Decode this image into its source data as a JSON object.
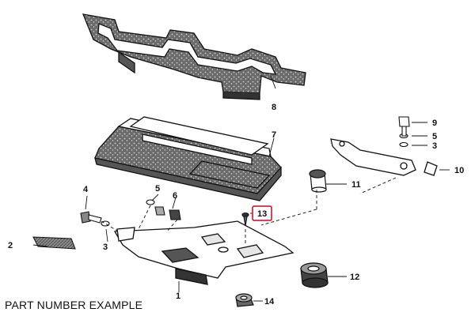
{
  "diagram": {
    "callouts": [
      {
        "id": "c1",
        "text": "1"
      },
      {
        "id": "c2",
        "text": "2"
      },
      {
        "id": "c3a",
        "text": "3"
      },
      {
        "id": "c3b",
        "text": "3"
      },
      {
        "id": "c4",
        "text": "4"
      },
      {
        "id": "c5a",
        "text": "5"
      },
      {
        "id": "c5b",
        "text": "5"
      },
      {
        "id": "c6",
        "text": "6"
      },
      {
        "id": "c7",
        "text": "7"
      },
      {
        "id": "c8",
        "text": "8"
      },
      {
        "id": "c9",
        "text": "9"
      },
      {
        "id": "c10",
        "text": "10"
      },
      {
        "id": "c11",
        "text": "11"
      },
      {
        "id": "c12",
        "text": "12"
      },
      {
        "id": "c13",
        "text": "13"
      },
      {
        "id": "c14",
        "text": "14"
      }
    ],
    "highlight_color": "#d0021b"
  },
  "footer": {
    "caption": "PART NUMBER EXAMPLE"
  }
}
